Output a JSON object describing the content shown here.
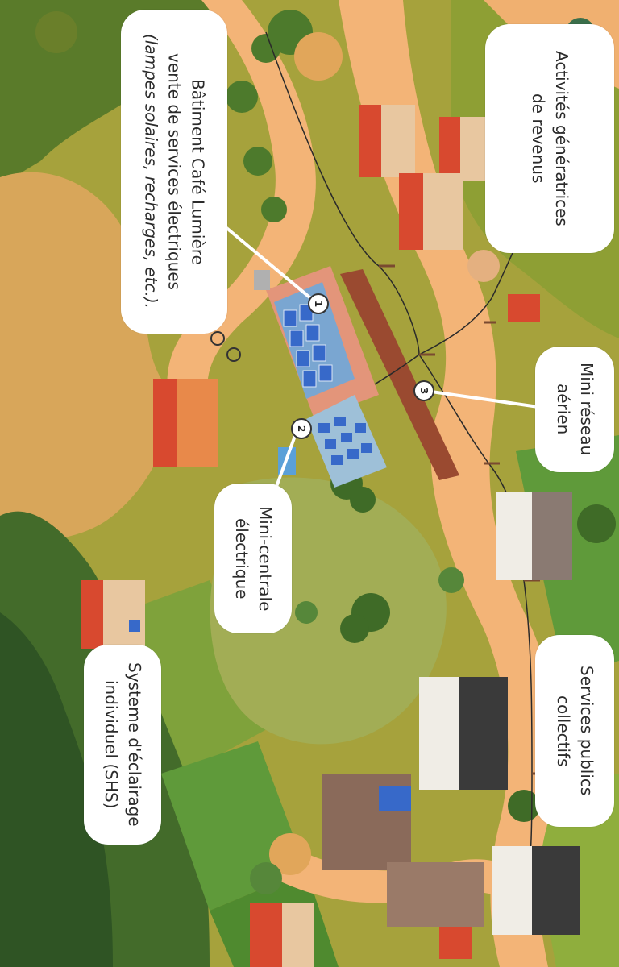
{
  "labels": {
    "revenue": {
      "lines": [
        "Activités génératrices",
        "de revenus"
      ]
    },
    "cafe": {
      "lines": [
        "Bâtiment Café Lumière",
        "vente de services électriques"
      ],
      "italic_lines": [
        "(lampes solaires, recharges, etc.)."
      ]
    },
    "grid": {
      "lines": [
        "Mini réseau",
        "aérien"
      ]
    },
    "plant": {
      "lines": [
        "Mini-centrale",
        "électrique"
      ]
    },
    "public": {
      "lines": [
        "Services publics",
        "collectifs"
      ]
    },
    "shs": {
      "lines": [
        "Systeme d'éclairage",
        "individuel (SHS)"
      ]
    }
  },
  "markers": [
    "1",
    "2",
    "3"
  ],
  "colors": {
    "ground": "#a3a63c",
    "field": "#8a9a3b",
    "path": "#f2b072",
    "roof_red": "#d8492f",
    "wall": "#e8c7a0",
    "solar": "#3769c9",
    "tree": "#4d7a2c",
    "forest": "#2f5a24",
    "callout_bg": "#ffffff",
    "line": "#ffffff"
  }
}
